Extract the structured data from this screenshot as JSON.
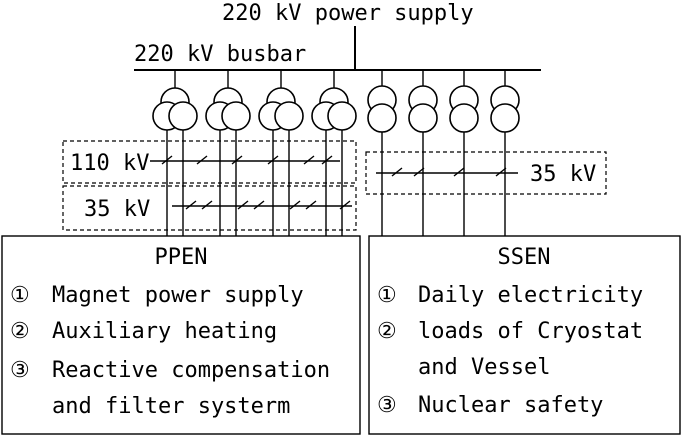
{
  "labels": {
    "supply": "220 kV power supply",
    "busbar": "220 kV busbar",
    "ppen_110": "110 kV",
    "ppen_35": "35 kV",
    "ssen_35": "35 kV"
  },
  "ppen": {
    "title": "PPEN",
    "items": [
      {
        "num": "①",
        "lines": [
          "Magnet power supply"
        ]
      },
      {
        "num": "②",
        "lines": [
          "Auxiliary heating"
        ]
      },
      {
        "num": "③",
        "lines": [
          "Reactive compensation",
          "and filter systerm"
        ]
      }
    ]
  },
  "ssen": {
    "title": "SSEN",
    "items": [
      {
        "num": "①",
        "lines": [
          "Daily electricity"
        ]
      },
      {
        "num": "②",
        "lines": [
          "loads of Cryostat",
          "and Vessel"
        ]
      },
      {
        "num": "③",
        "lines": [
          "Nuclear safety"
        ]
      }
    ]
  },
  "transformers": {
    "three_winding_count": 4,
    "two_winding_count": 4
  }
}
